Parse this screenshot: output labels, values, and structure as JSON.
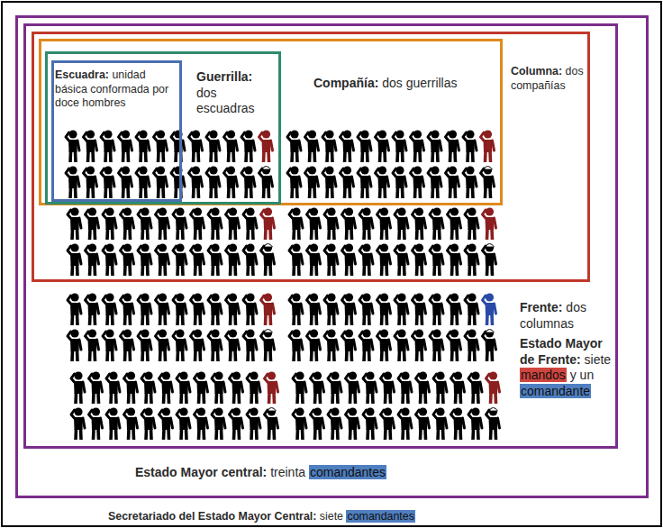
{
  "diagram": {
    "nodes": [
      {
        "text": [
          "Secretariado del Estado Mayor Central:",
          "siete comandantes"
        ]
      },
      {
        "text": [
          "Estado Mayor central:",
          "treinta comandantes"
        ],
        "in": 0
      },
      {
        "text": [
          "Frente:",
          "dos columnas",
          "Estado Mayor de Frente:",
          "siete mandos y un comandante"
        ],
        "in": 1
      },
      {
        "text": [
          "Columna:",
          "dos compañías"
        ],
        "in": 2
      },
      {
        "text": [
          "Compañía:",
          "dos guerrillas"
        ],
        "in": 3
      },
      {
        "text": [
          "Guerrilla:",
          "dos escuadras"
        ],
        "in": 4
      },
      {
        "text": [
          "Escuadra:",
          "unidad básica conformada por doce hombres"
        ],
        "in": 5
      }
    ]
  }
}
